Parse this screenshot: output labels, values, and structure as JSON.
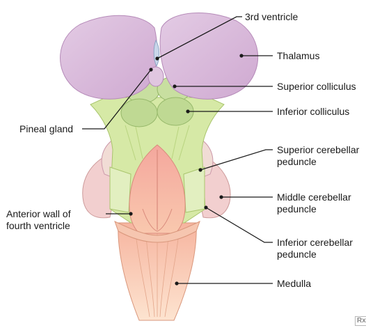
{
  "diagram": {
    "labels": {
      "third_ventricle": "3rd ventricle",
      "thalamus": "Thalamus",
      "superior_colliculus": "Superior colliculus",
      "inferior_colliculus": "Inferior colliculus",
      "pineal_gland": "Pineal gland",
      "superior_cerebellar_peduncle": [
        "Superior cerebellar",
        "peduncle"
      ],
      "middle_cerebellar_peduncle": [
        "Middle cerebellar",
        "peduncle"
      ],
      "anterior_wall": [
        "Anterior wall of",
        "fourth ventricle"
      ],
      "inferior_cerebellar_peduncle": [
        "Inferior cerebellar",
        "peduncle"
      ],
      "medulla": "Medulla"
    },
    "logo_mark": "Rx"
  },
  "colors": {
    "thalamus": "#dcc0dc",
    "third_ventricle": "#c9d6ea",
    "pineal": "#dcc0dc",
    "colliculi": "#c8dfa0",
    "peduncle_superior": "#d6e9a6",
    "peduncle_middle": "#f2cfcf",
    "fourth_ventricle_floor": "#f7b9a4",
    "medulla": "#f8c4a2",
    "leader": "#1a1a1a"
  }
}
